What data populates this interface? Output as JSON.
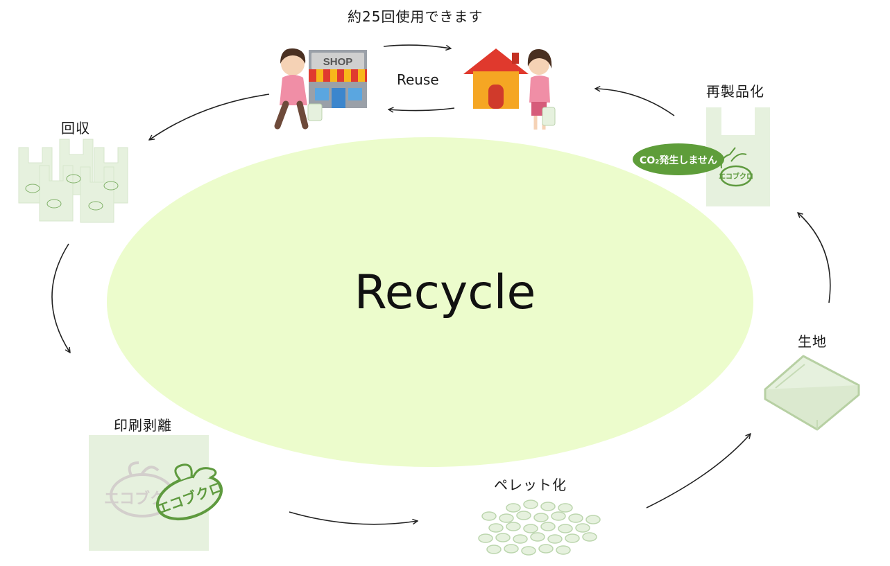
{
  "center": {
    "title": "Recycle"
  },
  "stages": {
    "uses_label": "約25回使用できます",
    "reuse_label": "Reuse",
    "collect_label": "回収",
    "remanufacture_label": "再製品化",
    "print_removal_label": "印刷剥離",
    "pellet_label": "ペレット化",
    "fabric_label": "生地"
  },
  "badge": {
    "text": "CO₂発生しません"
  },
  "shop_sign": "SHOP",
  "bag_logo": "エコブクロ",
  "colors": {
    "ellipse": "#ecfccc",
    "bag": "#e6f1de",
    "logo_green": "#5e9a3e",
    "badge_green": "#5e9d3a",
    "house_roof": "#e0392d",
    "house_wall": "#f5a623"
  }
}
